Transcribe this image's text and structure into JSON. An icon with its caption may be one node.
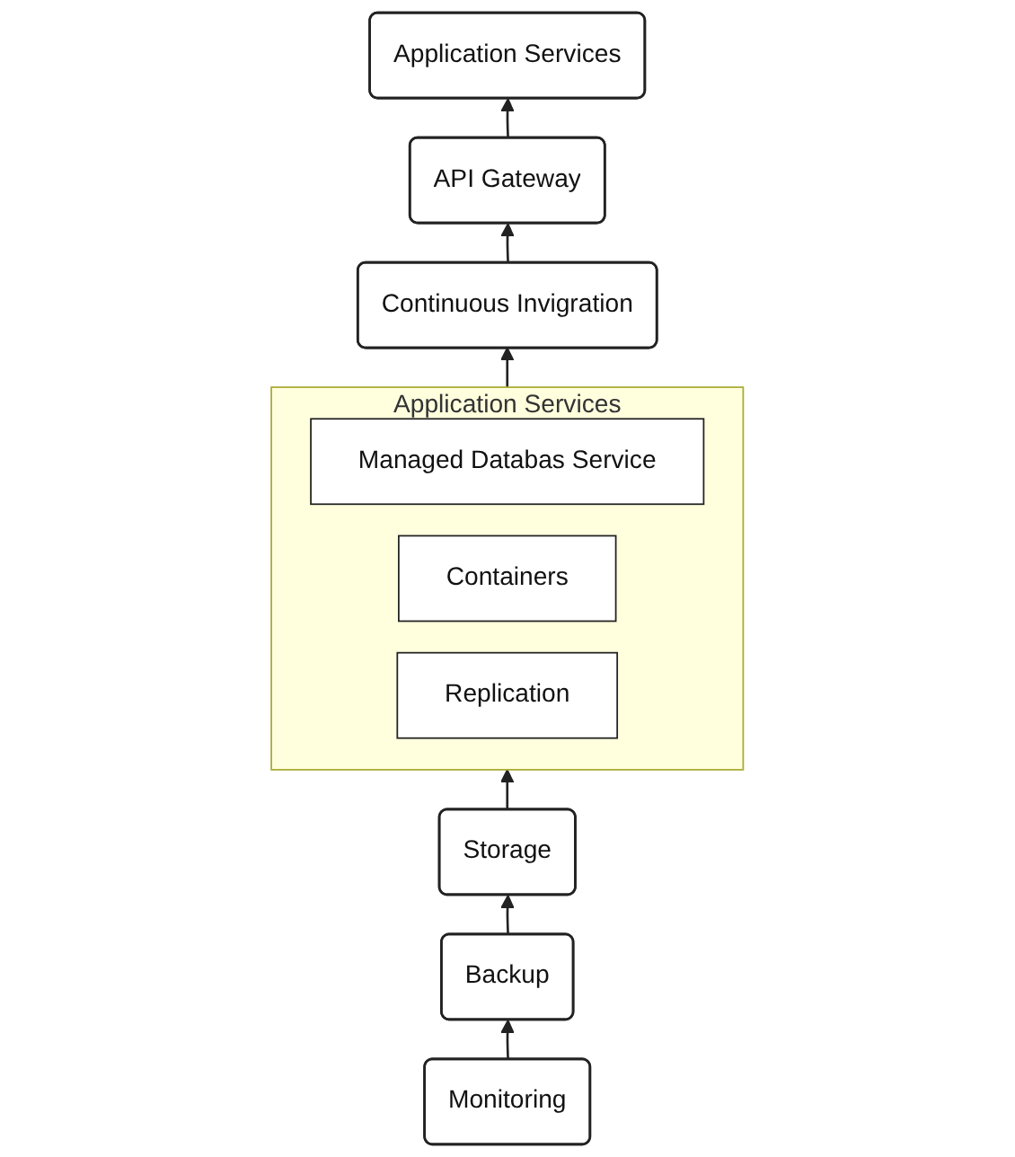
{
  "diagram": {
    "nodes": [
      {
        "text": [
          "Application Services"
        ]
      },
      {
        "text": [
          "API Gateway"
        ]
      },
      {
        "text": [
          "Continuous Invigration"
        ]
      },
      {
        "text": [
          "Application Services"
        ]
      },
      {
        "text": [
          "Managed Databas Service"
        ],
        "in": 3
      },
      {
        "text": [
          "Containers"
        ],
        "in": 3
      },
      {
        "text": [
          "Replication"
        ],
        "in": 3
      },
      {
        "text": [
          "Storage"
        ]
      },
      {
        "text": [
          "Backup"
        ]
      },
      {
        "text": [
          "Monitoring"
        ]
      }
    ],
    "edges": [
      {
        "from": 1,
        "to": 0,
        "arrow": "to"
      },
      {
        "from": 2,
        "to": 1,
        "arrow": "to"
      },
      {
        "from": 3,
        "to": 2,
        "arrow": "to"
      },
      {
        "from": 7,
        "to": 3,
        "arrow": "to"
      },
      {
        "from": 8,
        "to": 7,
        "arrow": "to"
      },
      {
        "from": 9,
        "to": 8,
        "arrow": "to"
      }
    ]
  }
}
